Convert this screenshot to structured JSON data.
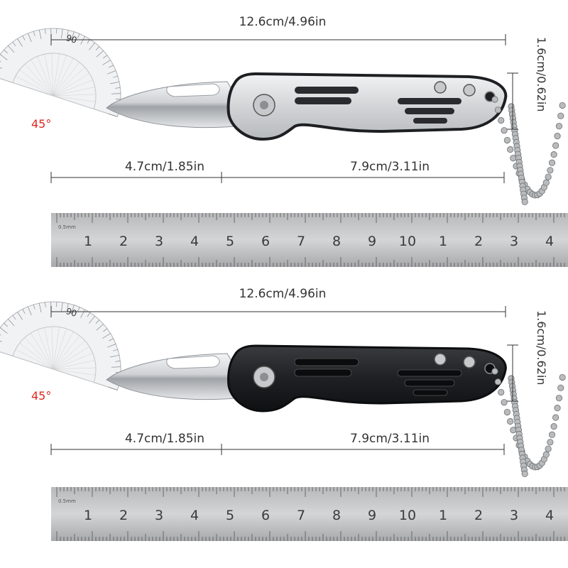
{
  "panels": [
    {
      "variant": "silver handle",
      "total_length": "12.6cm/4.96in",
      "handle_height": "1.6cm/0.62in",
      "blade_length": "4.7cm/1.85in",
      "handle_length": "7.9cm/3.11in",
      "angle": "45°",
      "protractor_mark": "90",
      "ruler_unit_label": "0.5mm",
      "ruler_numbers": [
        "1",
        "2",
        "3",
        "4",
        "5",
        "6",
        "7",
        "8",
        "9",
        "10",
        "1",
        "2",
        "3",
        "4"
      ],
      "handle_color": "#d9dadc"
    },
    {
      "variant": "black handle",
      "total_length": "12.6cm/4.96in",
      "handle_height": "1.6cm/0.62in",
      "blade_length": "4.7cm/1.85in",
      "handle_length": "7.9cm/3.11in",
      "angle": "45°",
      "protractor_mark": "90",
      "ruler_unit_label": "0.5mm",
      "ruler_numbers": [
        "1",
        "2",
        "3",
        "4",
        "5",
        "6",
        "7",
        "8",
        "9",
        "10",
        "1",
        "2",
        "3",
        "4"
      ],
      "handle_color": "#1e1f22"
    }
  ],
  "colors": {
    "angle": "#e0281e",
    "dimension_line": "#333333",
    "ruler": "#c9cacc"
  }
}
